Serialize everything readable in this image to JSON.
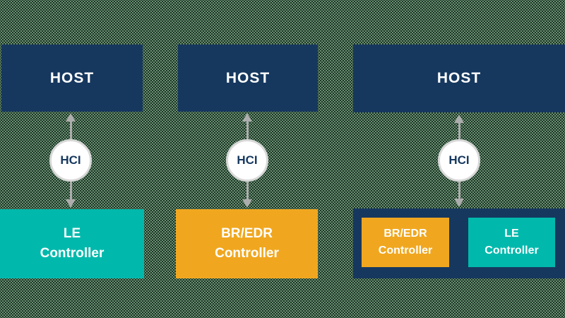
{
  "diagram": {
    "description": "Bluetooth host-controller architecture diagram with three stacks",
    "background": {
      "base_color": "#6F9377",
      "dot_color": "#16301F"
    },
    "colors": {
      "navy": "#16385F",
      "teal": "#00B9AC",
      "orange": "#F0A71F",
      "arrow_gray": "#ADADAD",
      "circle_border": "#D8D8D8",
      "circle_fill": "#FFFFFF",
      "label_text": "#FFFFFF"
    }
  },
  "columns": [
    {
      "id": "le-only-stack",
      "host_label": "HOST",
      "hci_label": "HCI",
      "controllers": [
        {
          "line1": "LE",
          "line2": "Controller",
          "color_key": "teal"
        }
      ]
    },
    {
      "id": "bredr-only-stack",
      "host_label": "HOST",
      "hci_label": "HCI",
      "controllers": [
        {
          "line1": "BR/EDR",
          "line2": "Controller",
          "color_key": "orange"
        }
      ]
    },
    {
      "id": "dual-mode-stack",
      "host_label": "HOST",
      "hci_label": "HCI",
      "controllers": [
        {
          "line1": "BR/EDR",
          "line2": "Controller",
          "color_key": "orange"
        },
        {
          "line1": "LE",
          "line2": "Controller",
          "color_key": "teal"
        }
      ]
    }
  ]
}
